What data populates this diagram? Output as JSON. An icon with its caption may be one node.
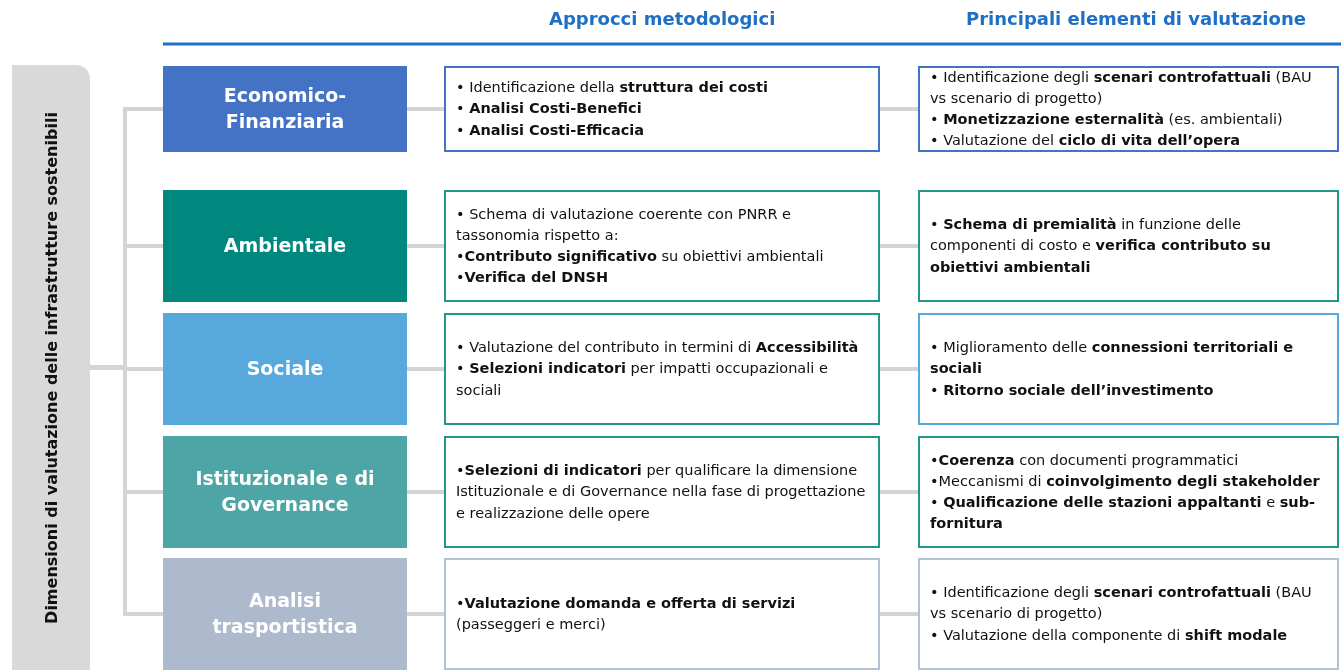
{
  "diagram": {
    "nodes": [
      {
        "text": [
          "Dimensioni di valutazione delle infrastrutture sostenibili"
        ]
      },
      {
        "text": [
          "Economico-Finanziaria"
        ]
      },
      {
        "text": [
          "Ambientale"
        ]
      },
      {
        "text": [
          "Sociale"
        ]
      },
      {
        "text": [
          "Istituzionale e di Governance"
        ]
      },
      {
        "text": [
          "Analisi trasportistica"
        ]
      },
      {
        "text": [
          "• Identificazione della **struttura dei costi**",
          "• **Analisi Costi-Benefici**",
          "• **Analisi Costi-Efficacia**"
        ]
      },
      {
        "text": [
          "• Schema di valutazione coerente con PNRR e tassonomia rispetto a:",
          "•**Contributo significativo** su obiettivi ambientali",
          "•**Verifica del DNSH**"
        ]
      },
      {
        "text": [
          "• Valutazione del contributo in termini di **Accessibilità**",
          "• **Selezioni indicatori** per impatti occupazionali e sociali"
        ]
      },
      {
        "text": [
          "•**Selezioni di indicatori** per qualificare la dimensione Istituzionale e di Governance nella fase di progettazione e realizzazione delle opere"
        ]
      },
      {
        "text": [
          "•**Valutazione domanda e offerta di servizi** (passeggeri e merci)"
        ]
      },
      {
        "text": [
          "• Identificazione degli **scenari controfattuali** (BAU vs scenario di progetto)",
          "• **Monetizzazione esternalità** (es. ambientali)",
          "• Valutazione del **ciclo di vita dell’opera**"
        ]
      },
      {
        "text": [
          "• **Schema di premialità** in funzione delle componenti di costo e **verifica contributo su obiettivi ambientali**"
        ]
      },
      {
        "text": [
          "• Miglioramento delle **connessioni territoriali e sociali**",
          "• **Ritorno sociale dell’investimento**"
        ]
      },
      {
        "text": [
          "•**Coerenza** con documenti programmatici",
          "•Meccanismi di **coinvolgimento degli stakeholder**",
          "• **Qualificazione delle stazioni appaltanti** e **sub-fornitura**"
        ]
      },
      {
        "text": [
          "• Identificazione degli **scenari controfattuali** (BAU vs scenario di progetto)",
          "• Valutazione della componente di **shift modale**"
        ]
      }
    ],
    "edges": [
      {
        "from": 0,
        "to": 1,
        "arrow": "none"
      },
      {
        "from": 0,
        "to": 2,
        "arrow": "none"
      },
      {
        "from": 0,
        "to": 3,
        "arrow": "none"
      },
      {
        "from": 0,
        "to": 4,
        "arrow": "none"
      },
      {
        "from": 0,
        "to": 5,
        "arrow": "none"
      },
      {
        "from": 1,
        "to": 6,
        "arrow": "none"
      },
      {
        "from": 2,
        "to": 7,
        "arrow": "none"
      },
      {
        "from": 3,
        "to": 8,
        "arrow": "none"
      },
      {
        "from": 4,
        "to": 9,
        "arrow": "none"
      },
      {
        "from": 5,
        "to": 10,
        "arrow": "none"
      },
      {
        "from": 6,
        "to": 11,
        "arrow": "none"
      },
      {
        "from": 7,
        "to": 12,
        "arrow": "none"
      },
      {
        "from": 8,
        "to": 13,
        "arrow": "none"
      },
      {
        "from": 9,
        "to": 14,
        "arrow": "none"
      },
      {
        "from": 10,
        "to": 15,
        "arrow": "none"
      }
    ],
    "labels": [
      "Approcci metodologici",
      "Principali elementi di valutazione"
    ]
  }
}
